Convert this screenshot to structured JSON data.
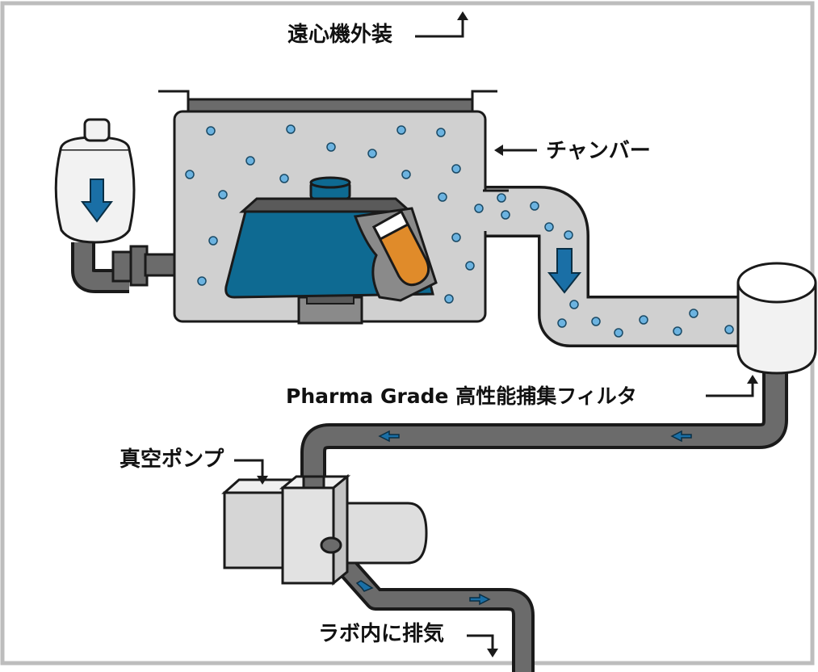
{
  "labels": {
    "outer_casing": "遠心機外装",
    "chamber": "チャンバー",
    "filter": "Pharma Grade 高性能捕集フィルタ",
    "vacuum_pump": "真空ポンプ",
    "exhaust": "ラボ内に排気"
  },
  "colors": {
    "frame": "#bdbdbd",
    "chamber_fill": "#d0d0d0",
    "outline": "#1a1a1a",
    "rotor_blue": "#0e6a92",
    "particle_blue": "#6cb3e0",
    "arrow_blue": "#1a6fa6",
    "tube_orange": "#e08b2a",
    "hose_gray": "#6b6b6b",
    "filter_white": "#f2f2f2",
    "pump_gray": "#dedede"
  },
  "icons": {
    "flow_arrow": "down-arrow-icon",
    "hose_arrow": "left-arrow-icon"
  }
}
